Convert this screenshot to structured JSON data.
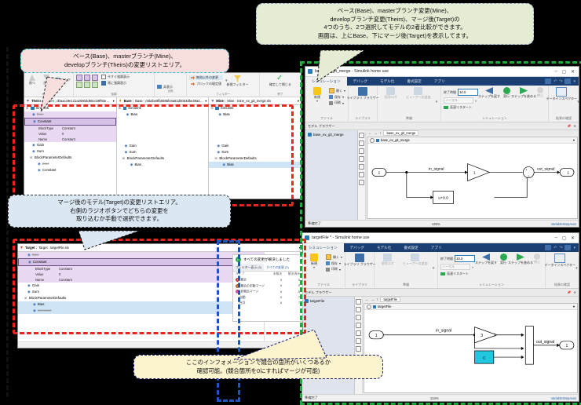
{
  "callouts": {
    "top_left": "ベース(Base)、masterブランチ(Mine)、\ndevelopブランチ(Theirs)の変更リストエリア。",
    "top_right": "ベース(Base)、masterブランチ変更(Mine)、\ndevelopブランチ変更(Theirs)、マージ後(Target)の\n4つのうち、2つ選択してモデルの2者比較ができます。\n画面は、上にBase、下にマージ後(Target)を表示してます。",
    "middle_left": "マージ後のモデル(Target)の変更リストエリア。\n右側のラジオボタンでどちらの変更を\n取り込むか手動で選択できます。",
    "bottom": "ここのインフォメーションで競合の箇所がいくつあるか\n確認可能。(競合箇所を0にすればマージが可能)"
  },
  "merge_window": {
    "toolbar": {
      "groups": [
        {
          "label": "ナビゲート",
          "items": [
            "前へ",
            "次へ",
            "リンク"
          ]
        },
        {
          "label": "強調",
          "items": [
            "今すぐ強調表示",
            "常に強調表示"
          ]
        },
        {
          "label": "比較",
          "items": [
            "非表示"
          ]
        },
        {
          "label": "フィルター",
          "items": [
            "無効以外の変更",
            "ブロックの既定値",
            "新規フィルター"
          ]
        },
        {
          "label": "終了",
          "items": [
            "確定して閉じる"
          ]
        }
      ]
    },
    "panes": [
      {
        "name": "theirs",
        "header": "Theirs : d0aacc8e121a2060dd60cc58f93e96b2r5c15...",
        "nodes": [
          {
            "label": "Simulink",
            "type": "model",
            "indent": 0,
            "highlight": "mod"
          },
          {
            "label": "Bias",
            "type": "block",
            "indent": 1,
            "highlight": "mod",
            "strike": true
          },
          {
            "label": "Constant",
            "type": "block",
            "indent": 1,
            "highlight": "sel"
          },
          {
            "label": "Gain",
            "type": "block",
            "indent": 1
          },
          {
            "label": "Sum",
            "type": "block",
            "indent": 1
          },
          {
            "label": "BlockParameterDefaults",
            "type": "group",
            "indent": 1
          },
          {
            "label": "Bias",
            "type": "block",
            "indent": 2,
            "strike": true
          },
          {
            "label": "Constant",
            "type": "block",
            "indent": 2
          }
        ],
        "params": [
          {
            "key": "BlockType",
            "value": "Constant"
          },
          {
            "key": "Value",
            "value": "0"
          },
          {
            "key": "Name",
            "value": "Constant"
          }
        ]
      },
      {
        "name": "base",
        "header": "Base : c5b4be9fb0686fc8a51d0053dbe48a465c294...",
        "nodes": [
          {
            "label": "Simulink",
            "type": "model",
            "indent": 0
          },
          {
            "label": "Bias",
            "type": "block",
            "indent": 1
          },
          {
            "label": "Gain",
            "type": "block",
            "indent": 1
          },
          {
            "label": "Sum",
            "type": "block",
            "indent": 1
          },
          {
            "label": "BlockParameterDefaults",
            "type": "group",
            "indent": 1
          },
          {
            "label": "Bias",
            "type": "block",
            "indent": 2
          }
        ]
      },
      {
        "name": "mine",
        "header": "Mine : mine_ex_git_merge.slx",
        "nodes": [
          {
            "label": "Simulink",
            "type": "model",
            "indent": 0
          },
          {
            "label": "Bias",
            "type": "block",
            "indent": 1
          },
          {
            "label": "Gain",
            "type": "block",
            "indent": 1
          },
          {
            "label": "Sum",
            "type": "block",
            "indent": 1
          },
          {
            "label": "BlockParameterDefaults",
            "type": "group",
            "indent": 1
          },
          {
            "label": "Bias",
            "type": "block",
            "indent": 2,
            "highlight": "blue"
          }
        ]
      }
    ],
    "target_pane": {
      "header": "Target : targetFile.slx",
      "nodes": [
        {
          "label": "Bias",
          "type": "block",
          "indent": 1,
          "highlight": "mod",
          "strike": true
        },
        {
          "label": "Constant",
          "type": "block",
          "indent": 1,
          "highlight": "sel"
        },
        {
          "label": "Gain",
          "type": "block",
          "indent": 1
        },
        {
          "label": "Sum",
          "type": "block",
          "indent": 1
        },
        {
          "label": "BlockParameterDefaults",
          "type": "group",
          "indent": 1
        },
        {
          "label": "Bias",
          "type": "block",
          "indent": 2,
          "highlight": "blue"
        },
        {
          "label": "Constant",
          "type": "block",
          "indent": 2,
          "highlight": "blue",
          "strike": true
        }
      ],
      "params": [
        {
          "key": "BlockType",
          "value": "Constant"
        },
        {
          "key": "Value",
          "value": "0"
        },
        {
          "key": "Name",
          "value": "Constant"
        }
      ]
    },
    "info": {
      "status": "すべての変更が解決しました",
      "tabs": [
        {
          "label": "フィルター表示 (3)",
          "selected": true
        },
        {
          "label": "すべての変更 (3)",
          "selected": false
        }
      ],
      "columns": [
        "タイプ",
        "未解決",
        "解決済み"
      ],
      "rows": [
        {
          "badge": "!",
          "badge_color": "#d9322b",
          "label": "競合",
          "unresolved": "0",
          "resolved": "0"
        },
        {
          "badge": "?",
          "badge_color": "#c9581f",
          "label": "競合の手動マージ",
          "unresolved": "0",
          "resolved": "0"
        },
        {
          "badge": "➔",
          "badge_color": "#d94a8c",
          "label": "非競合マージ",
          "unresolved": "0",
          "resolved": "0"
        },
        {
          "badge": "",
          "badge_color": "",
          "label": "自動",
          "unresolved": "0",
          "resolved": "7"
        },
        {
          "badge": "",
          "badge_color": "",
          "label": "合計",
          "unresolved": "0",
          "resolved": "7"
        }
      ]
    }
  },
  "simulink_top": {
    "title": "base_ex_git_merge - Simulink home use",
    "ribbon_tabs": [
      "シミュレーション",
      "デバッグ",
      "モデル化",
      "書式設定",
      "アプリ"
    ],
    "active_tab": "シミュレーション",
    "ribbon_groups": [
      {
        "label": "ファイル",
        "items": [
          "新規",
          "開く",
          "保存",
          "印刷"
        ]
      },
      {
        "label": "ライブラリ",
        "items": [
          "ライブラリ ブラウザー"
        ]
      },
      {
        "label": "準備",
        "items": [
          "信号ロガ",
          "ビューアーの追加"
        ]
      },
      {
        "label": "シミュレーション",
        "items": [
          "終了時間",
          "ノーマル",
          "高速リスタート",
          "ステップを戻す",
          "実行",
          "ステップを進める",
          "停止"
        ]
      },
      {
        "label": "結果の確認",
        "items": [
          "データインスペクター"
        ]
      }
    ],
    "stop_time": "10.0",
    "sim_mode": "ノーマル",
    "model_browser_label": "モデル ブラウザー",
    "browser_root": "base_ex_git_merge",
    "breadcrumb": "base_ex_git_merge",
    "canvas_tab": "base_ex_git_merge",
    "diagram": {
      "in_port": "1",
      "in_label": "in_signal",
      "gain_value": "1",
      "bias_label": "u+0.0",
      "out_label": "out_signal",
      "out_port": "1"
    },
    "status": {
      "left": "準備完了",
      "zoom": "125%",
      "right": "VariableStepAuto"
    }
  },
  "simulink_bottom": {
    "title": "targetFile * - Simulink home use",
    "ribbon_tabs": [
      "シミュレーション",
      "デバッグ",
      "モデル化",
      "書式設定",
      "アプリ"
    ],
    "active_tab": "シミュレーション",
    "ribbon_groups": [
      {
        "label": "ファイル",
        "items": [
          "新規",
          "開く",
          "保存",
          "印刷"
        ]
      },
      {
        "label": "ライブラリ",
        "items": [
          "ライブラリ ブラウザー"
        ]
      },
      {
        "label": "準備",
        "items": [
          "信号ロガ",
          "ビューアーの追加"
        ]
      },
      {
        "label": "シミュレーション",
        "items": [
          "終了時間",
          "ノーマル",
          "高速リスタート",
          "ステップを戻す",
          "実行",
          "ステップを進める",
          "停止"
        ]
      },
      {
        "label": "結果の確認",
        "items": [
          "データインスペクター"
        ]
      }
    ],
    "stop_time": "10.0",
    "sim_mode": "ノーマル",
    "model_browser_label": "モデル ブラウザー",
    "browser_root": "targetFile",
    "breadcrumb": "targetFile",
    "canvas_tab": "targetFile",
    "diagram": {
      "in_port": "1",
      "in_label": "in_signal",
      "gain_value": "3",
      "const_value": "0",
      "const_color": "#22c8e0",
      "out_label": "out_signal",
      "out_port": "1"
    },
    "status": {
      "left": "準備完了",
      "zoom": "124%",
      "right": "VariableStepAuto"
    }
  }
}
